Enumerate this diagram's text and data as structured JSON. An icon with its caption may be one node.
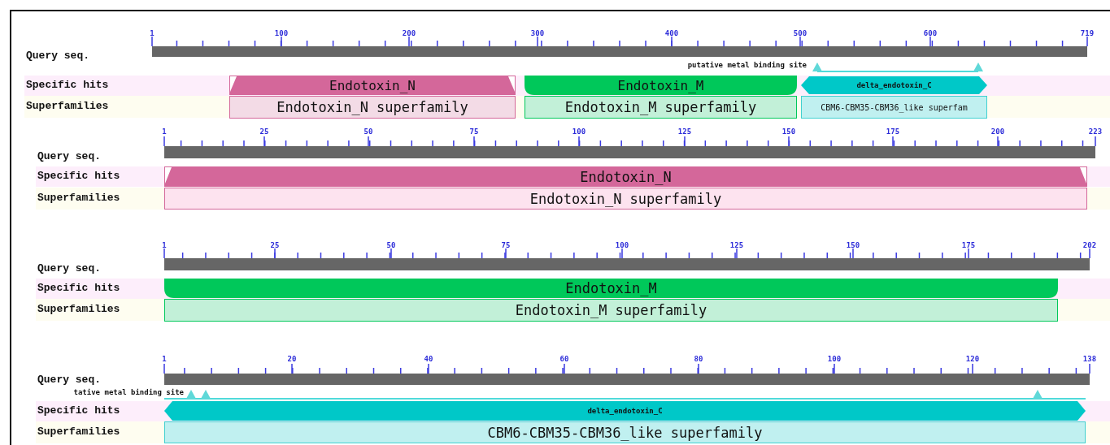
{
  "diagram": {
    "nodes": [
      {
        "text": [
          "Endotoxin_N"
        ]
      },
      {
        "text": [
          "Endotoxin_N superfamily"
        ]
      },
      {
        "text": [
          "Endotoxin_M"
        ]
      },
      {
        "text": [
          "Endotoxin_M superfamily"
        ]
      },
      {
        "text": [
          "delta_endotoxin_C"
        ]
      },
      {
        "text": [
          "CBM6-CBM35-CBM36_like superfam"
        ]
      },
      {
        "text": [
          "Endotoxin_N"
        ]
      },
      {
        "text": [
          "Endotoxin_N superfamily"
        ]
      },
      {
        "text": [
          "Endotoxin_M"
        ]
      },
      {
        "text": [
          "Endotoxin_M superfamily"
        ]
      },
      {
        "text": [
          "delta_endotoxin_C"
        ]
      },
      {
        "text": [
          "CBM6-CBM35-CBM36_like superfamily"
        ]
      }
    ],
    "edges": [],
    "labels": [
      "1",
      "100",
      "200",
      "300",
      "400",
      "500",
      "600",
      "719",
      "Query seq.",
      "putative metal binding site",
      "Specific hits",
      "Superfamilies",
      "1",
      "25",
      "50",
      "75",
      "100",
      "125",
      "150",
      "175",
      "200",
      "223",
      "Query seq.",
      "Specific hits",
      "Superfamilies",
      "1",
      "25",
      "50",
      "75",
      "100",
      "125",
      "150",
      "175",
      "202",
      "Query seq.",
      "Specific hits",
      "Superfamilies",
      "1",
      "20",
      "40",
      "60",
      "80",
      "100",
      "120",
      "138",
      "Query seq.",
      "tative metal binding site",
      "Specific hits",
      "Superfamilies"
    ]
  }
}
